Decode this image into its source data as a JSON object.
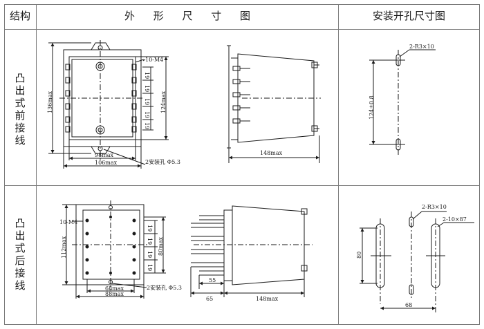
{
  "header": {
    "col1": "结构",
    "col2": "外 形 尺 寸 图",
    "col3": "安装开孔尺寸图"
  },
  "rows": [
    {
      "label": [
        "凸",
        "出",
        "式",
        "前",
        "接",
        "线"
      ],
      "outline": {
        "thread": "10-M4",
        "pitch": "19",
        "height_max": "136max",
        "inner_height_max": "124max",
        "width1": "98max",
        "width2": "106max",
        "mount_hole": "2安装孔 Φ5.3",
        "depth": "148max"
      },
      "cutout": {
        "slot": "2-R3×10",
        "spacing": "124±0.8"
      }
    },
    {
      "label": [
        "凸",
        "出",
        "式",
        "后",
        "接",
        "线"
      ],
      "outline": {
        "thread": "10-M4",
        "pitch": "19",
        "height_max": "112max",
        "inner_height_max": "80max",
        "width1": "68max",
        "width2": "88max",
        "mount_hole": "2安装孔 Φ5.3",
        "stud": "55",
        "offset": "65",
        "depth": "148max"
      },
      "cutout": {
        "slot": "2-R3×10",
        "slot2": "2-10×87",
        "height": "80",
        "width": "68"
      }
    }
  ]
}
